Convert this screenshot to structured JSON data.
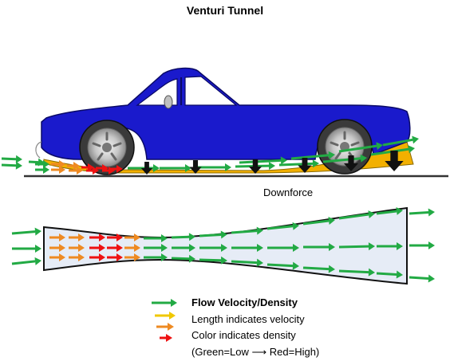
{
  "title": "Venturi Tunnel",
  "downforce_label": "Downforce",
  "legend": {
    "title": "Flow Velocity/Density",
    "lines": [
      "Length indicates velocity",
      "Color indicates density",
      "(Green=Low ⟶  Red=High)"
    ]
  },
  "colors": {
    "low_density": "#22aa44",
    "medium_low_density": "#f0c800",
    "medium_density": "#ee8a22",
    "high_density": "#ee1111",
    "downforce_arrow": "#111111",
    "car_body": "#1a1acc",
    "car_underbody": "#f2b000",
    "tunnel_fill": "#e6ecf6"
  },
  "icons": [
    "car-icon",
    "wheel-icon",
    "mirror-icon",
    "arrow-right-icon",
    "arrow-down-icon"
  ]
}
